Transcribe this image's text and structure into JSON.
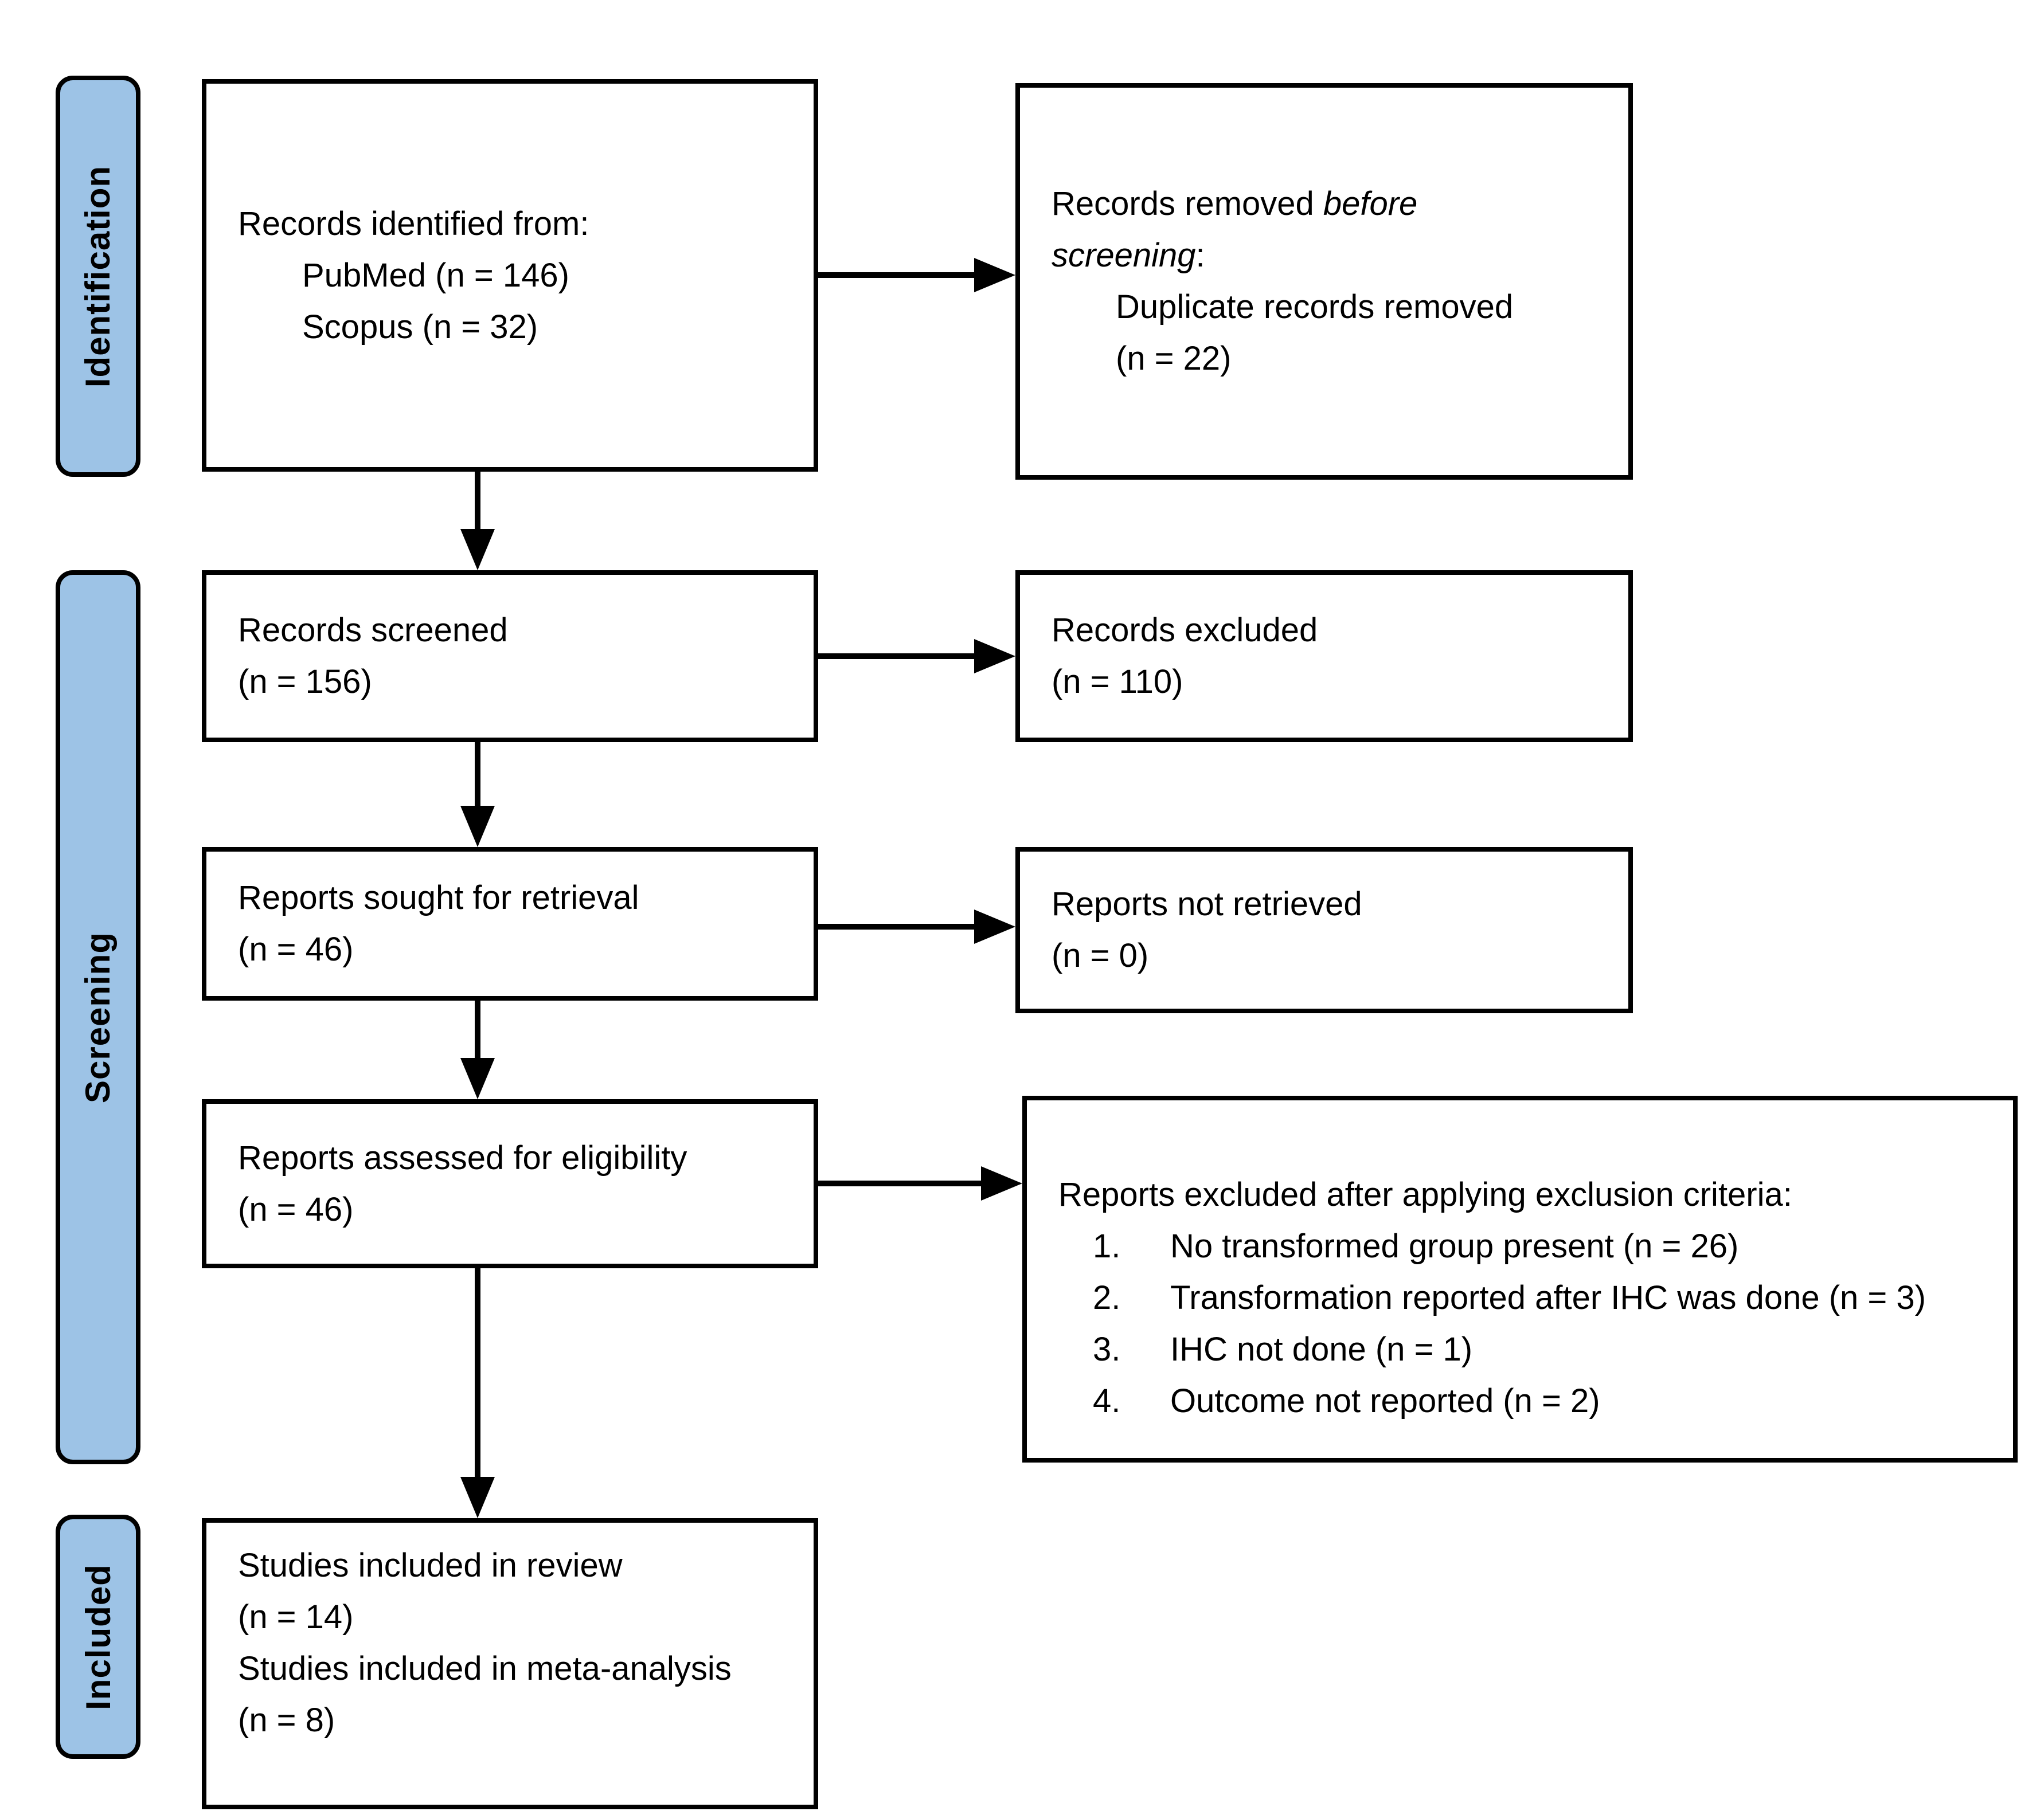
{
  "sidebar": {
    "identification_label": "Identification",
    "screening_label": "Screening",
    "included_label": "Included"
  },
  "boxes": {
    "records_identified": {
      "title": "Records identified from:",
      "sources": [
        "PubMed (n = 146)",
        "Scopus (n = 32)"
      ]
    },
    "records_removed": {
      "text_before_italic": "Records removed ",
      "italic_word_1": "before",
      "italic_word_2": "screening",
      "colon": ":",
      "reason": "Duplicate records removed",
      "count": "(n = 22)"
    },
    "records_screened": {
      "title": "Records screened",
      "count": "(n = 156)"
    },
    "records_excluded": {
      "title": "Records excluded",
      "count": "(n = 110)"
    },
    "reports_sought": {
      "title": "Reports sought for retrieval",
      "count": "(n = 46)"
    },
    "reports_not_retrieved": {
      "title": "Reports not retrieved",
      "count": "(n = 0)"
    },
    "reports_assessed": {
      "title": "Reports assessed for eligibility",
      "count": "(n = 46)"
    },
    "reports_excluded": {
      "title": "Reports excluded after applying exclusion criteria:",
      "items": [
        {
          "num": "1.",
          "text": "No transformed group present (n = 26)"
        },
        {
          "num": "2.",
          "text": "Transformation reported after IHC was done (n = 3)"
        },
        {
          "num": "3.",
          "text": "IHC not done (n = 1)"
        },
        {
          "num": "4.",
          "text": "Outcome not reported (n = 2)"
        }
      ]
    },
    "studies_included": {
      "line1": "Studies included in review",
      "count1": "(n = 14)",
      "line2": "Studies included in meta-analysis",
      "count2": "(n = 8)"
    }
  },
  "colors": {
    "stage_fill": "#9DC3E6",
    "border": "#000000"
  }
}
